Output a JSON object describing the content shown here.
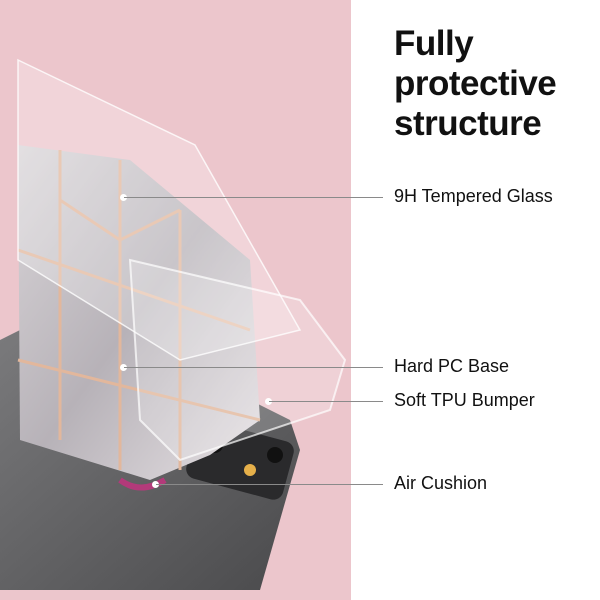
{
  "title_lines": [
    "Fully",
    "protective",
    "structure"
  ],
  "labels": {
    "glass": "9H Tempered Glass",
    "pc_base": "Hard PC Base",
    "tpu": "Soft TPU Bumper",
    "air": "Air Cushion"
  },
  "colors": {
    "background_pink": "#ecc6cc",
    "text": "#111111"
  }
}
